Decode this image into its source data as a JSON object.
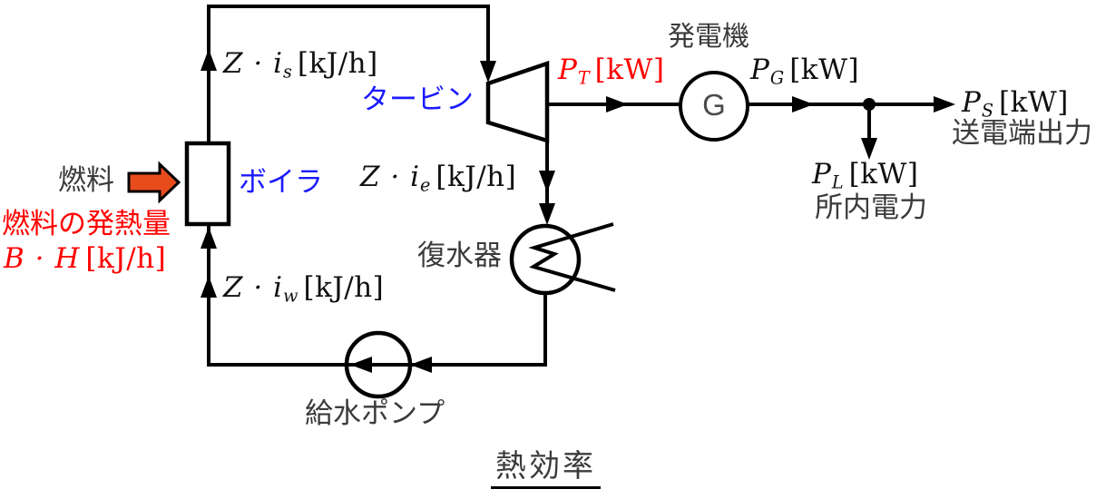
{
  "colors": {
    "line": "#000000",
    "accent_red": "#ff0000",
    "accent_blue": "#1a1aff",
    "fuel_arrow_orange": "#e84c1d",
    "text_dark_gray": "#3b3b3b",
    "math_black": "#111111"
  },
  "components": {
    "boiler": {
      "label": "ボイラ"
    },
    "turbine": {
      "label": "タービン"
    },
    "generator": {
      "label": "発電機",
      "symbol": "G"
    },
    "condenser": {
      "label": "復水器"
    },
    "feed_pump": {
      "label": "給水ポンプ"
    }
  },
  "fuel": {
    "label": "燃料",
    "heat_label": "燃料の発熱量",
    "heat_var": "B · H",
    "heat_unit": "[kJ/h]"
  },
  "flows": {
    "steam": {
      "var": "Z · i",
      "sub": "s",
      "unit": "[kJ/h]"
    },
    "exhaust": {
      "var": "Z · i",
      "sub": "e",
      "unit": "[kJ/h]"
    },
    "feedwater": {
      "var": "Z · i",
      "sub": "w",
      "unit": "[kJ/h]"
    },
    "turbine_output": {
      "var": "P",
      "sub": "T",
      "unit": "[kW]"
    },
    "generator_output": {
      "var": "P",
      "sub": "G",
      "unit": "[kW]"
    },
    "transmission_output": {
      "var": "P",
      "sub": "S",
      "unit": "[kW]",
      "desc": "送電端出力"
    },
    "station_power": {
      "var": "P",
      "sub": "L",
      "unit": "[kW]",
      "desc": "所内電力"
    }
  },
  "title": "熱効率"
}
